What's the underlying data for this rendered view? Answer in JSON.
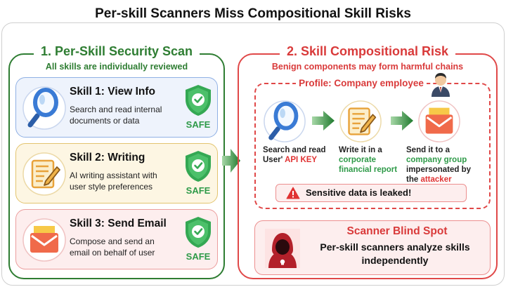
{
  "title": "Per-skill Scanners Miss Compositional Skill Risks",
  "left": {
    "heading": "1. Per-Skill Security Scan",
    "subheading": "All skills are individually reviewed",
    "safe_label": "SAFE",
    "skills": [
      {
        "title": "Skill 1: View Info",
        "desc": "Search and read internal documents or data",
        "icon": "magnifier-icon"
      },
      {
        "title": "Skill 2: Writing",
        "desc": "AI writing assistant with user style preferences",
        "icon": "document-pencil-icon"
      },
      {
        "title": "Skill 3: Send Email",
        "desc": "Compose and send an email on behalf of user",
        "icon": "envelope-icon"
      }
    ]
  },
  "right": {
    "heading": "2. Skill Compositional Risk",
    "subheading": "Benign components may form harmful chains",
    "profile": "Profile: Company employee",
    "flow": {
      "step1_a": "Search and read User' ",
      "step1_b": "API KEY",
      "step2_a": "Write it in a ",
      "step2_b": "corporate financial report",
      "step3_a": "Send it to a ",
      "step3_b": "company group",
      "step3_c": " impersonated by the ",
      "step3_d": "attacker"
    },
    "leak": "Sensitive data is leaked!",
    "blind_spot": {
      "title": "Scanner Blind Spot",
      "desc": "Per-skill scanners analyze skills independently"
    }
  },
  "colors": {
    "green": "#2e7d32",
    "red": "#d93a3a",
    "safe_green": "#2e9a48",
    "blue_card": "#eef3fc",
    "yellow_card": "#fdf6e3",
    "red_card": "#fdeeee"
  }
}
